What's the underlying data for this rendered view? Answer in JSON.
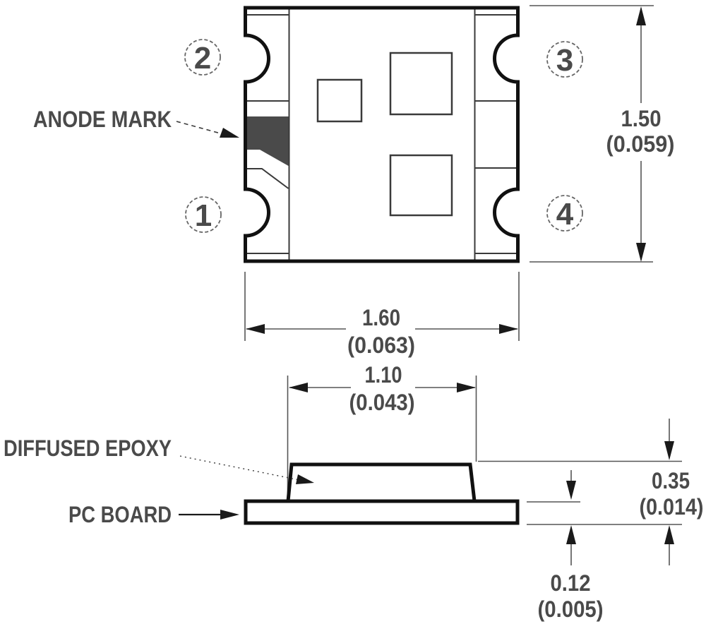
{
  "drawing": {
    "top_view": {
      "anode_label": "ANODE MARK",
      "pins": [
        {
          "number": "1"
        },
        {
          "number": "2"
        },
        {
          "number": "3"
        },
        {
          "number": "4"
        }
      ],
      "dim_height_mm": "1.50",
      "dim_height_in": "(0.059)",
      "dim_width_mm": "1.60",
      "dim_width_in": "(0.063)"
    },
    "side_view": {
      "epoxy_label": "DIFFUSED EPOXY",
      "board_label": "PC BOARD",
      "dim_epoxy_width_mm": "1.10",
      "dim_epoxy_width_in": "(0.043)",
      "dim_total_height_mm": "0.35",
      "dim_total_height_in": "(0.014)",
      "dim_board_thickness_mm": "0.12",
      "dim_board_thickness_in": "(0.005)"
    },
    "colors": {
      "outline": "#111111",
      "thin_line": "#3a3a3a",
      "extension_line": "#555555",
      "text": "#4a4a4a",
      "anode_mark_fill": "#4a4a4a",
      "background": "#ffffff"
    }
  }
}
